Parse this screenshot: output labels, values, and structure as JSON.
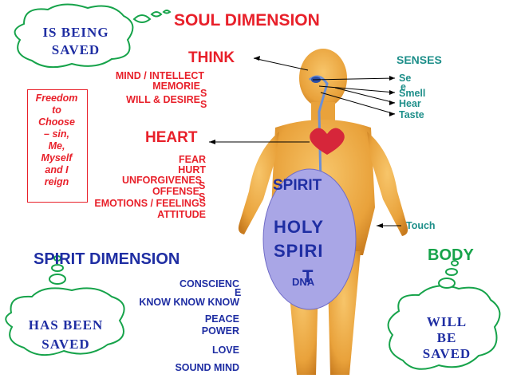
{
  "title": "SOUL DIMENSION",
  "cloud_top": "IS BEING\nSAVED",
  "freedom": "Freedom\nto\nChoose\n– sin,\nMe,\nMyself\nand I\nreign",
  "think": {
    "label": "THINK",
    "items": [
      "MIND / INTELLECT",
      "MEMORIE",
      "S",
      "WILL & DESIRE",
      "S"
    ]
  },
  "heart": {
    "label": "HEART",
    "items": [
      "FEAR",
      "HURT",
      "UNFORGIVENES",
      "S",
      "OFFENSE",
      "S",
      "EMOTIONS / FEELINGS",
      "ATTITUDE"
    ]
  },
  "senses": {
    "label": "SENSES",
    "items": [
      "Se",
      "e",
      "Smell",
      "Hear",
      "Taste"
    ],
    "touch": "Touch"
  },
  "spirit_oval": {
    "line1": "SPIRIT",
    "line2": "HOLY",
    "line3": "SPIRI",
    "line4": "T",
    "line5": "DNA"
  },
  "spirit_dimension": {
    "label": "SPIRIT DIMENSION",
    "items": [
      "CONSCIENC",
      "E",
      "KNOW KNOW KNOW",
      "PEACE",
      "POWER",
      "LOVE",
      "SOUND MIND"
    ]
  },
  "body": {
    "label": "BODY"
  },
  "cloud_bottom_left": "HAS BEEN\nSAVED",
  "cloud_bottom_right": "WILL\nBE\nSAVED",
  "colors": {
    "red": "#e8202a",
    "blue": "#1f2ea3",
    "green": "#16a34a",
    "skin": "#e9a23b",
    "oval": "#a9a6e6"
  }
}
